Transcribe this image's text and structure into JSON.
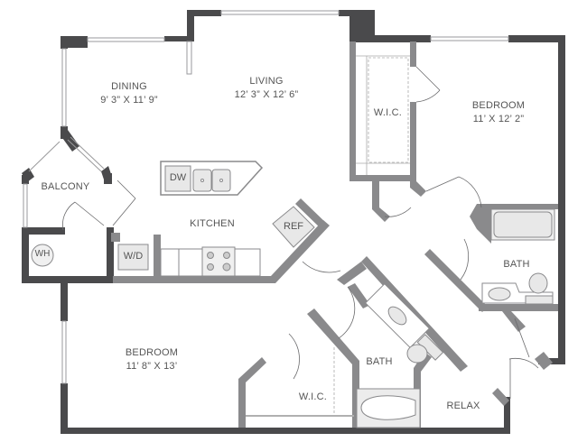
{
  "colors": {
    "exterior_wall": "#4a4a4c",
    "interior_wall": "#8a8a8c",
    "window": "#9a9a9c",
    "fixture_fill": "#e8e8e8",
    "fixture_stroke": "#8a8a8c",
    "label_text": "#555555",
    "background": "#ffffff"
  },
  "rooms": [
    {
      "id": "dining",
      "name": "DINING",
      "dims": "9’ 3” X 11’ 9”"
    },
    {
      "id": "living",
      "name": "LIVING",
      "dims": "12’ 3” X 12’ 6”"
    },
    {
      "id": "wic-north",
      "name": "W.I.C.",
      "dims": ""
    },
    {
      "id": "bedroom-east",
      "name": "BEDROOM",
      "dims": "11’ X 12’ 2”"
    },
    {
      "id": "balcony",
      "name": "BALCONY",
      "dims": ""
    },
    {
      "id": "kitchen",
      "name": "KITCHEN",
      "dims": ""
    },
    {
      "id": "bath-east",
      "name": "BATH",
      "dims": ""
    },
    {
      "id": "bedroom-west",
      "name": "BEDROOM",
      "dims": "11’ 8” X 13’"
    },
    {
      "id": "wic-south",
      "name": "W.I.C.",
      "dims": ""
    },
    {
      "id": "bath-south",
      "name": "BATH",
      "dims": ""
    },
    {
      "id": "relax",
      "name": "RELAX",
      "dims": ""
    }
  ],
  "fixtures": {
    "dishwasher": "DW",
    "refrigerator": "REF",
    "washer_dryer": "W/D",
    "water_heater": "WH"
  }
}
